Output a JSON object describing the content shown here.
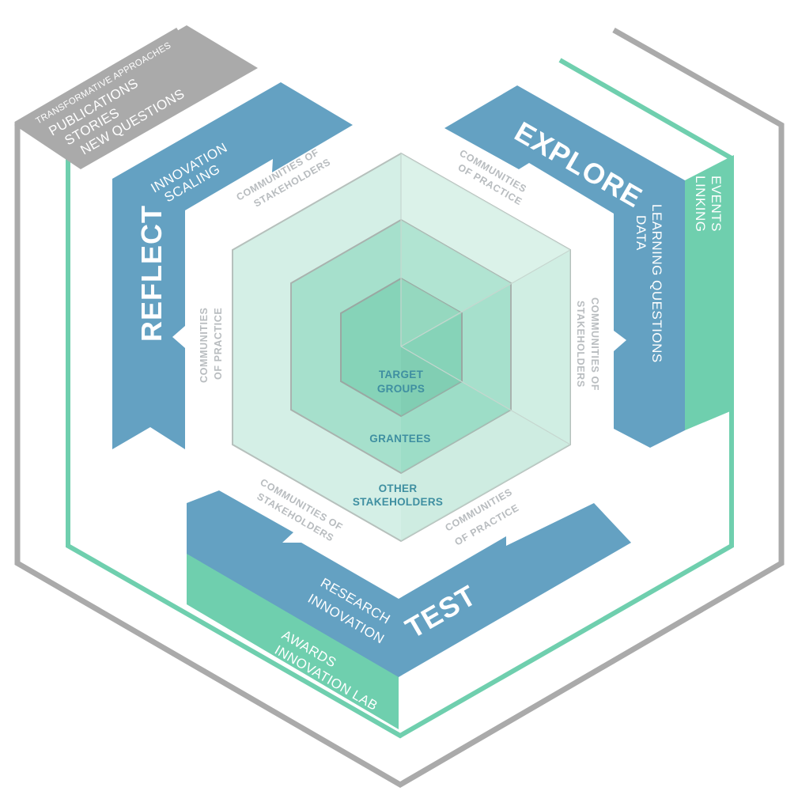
{
  "diagram": {
    "outer_band": {
      "lines": [
        "TRANSFORMATIVE APPROACHES",
        "PUBLICATIONS",
        "STORIES",
        "NEW QUESTIONS"
      ]
    },
    "reflect": {
      "title": "REFLECT",
      "lines": [
        "INNOVATION",
        "SCALING"
      ]
    },
    "explore": {
      "title": "EXPLORE",
      "lines": [
        "LEARNING QUESTIONS",
        "DATA"
      ]
    },
    "test": {
      "title": "TEST",
      "lines": [
        "RESEARCH",
        "INNOVATION"
      ]
    },
    "events_band": {
      "lines": [
        "EVENTS",
        "LINKING"
      ]
    },
    "awards_band": {
      "lines": [
        "AWARDS",
        "INNOVATION LAB"
      ]
    },
    "communities": {
      "top_left": [
        "COMMUNITIES OF",
        "STAKEHOLDERS"
      ],
      "top_right": [
        "COMMUNITIES",
        "OF PRACTICE"
      ],
      "left": [
        "COMMUNITIES",
        "OF PRACTICE"
      ],
      "right": [
        "COMMUNITIES OF",
        "STAKEHOLDERS"
      ],
      "bottom_left": [
        "COMMUNITIES OF",
        "STAKEHOLDERS"
      ],
      "bottom_right": [
        "COMMUNITIES",
        "OF PRACTICE"
      ]
    },
    "core": {
      "inner": [
        "TARGET",
        "GROUPS"
      ],
      "middle": "GRANTEES",
      "outer": [
        "OTHER",
        "STAKEHOLDERS"
      ]
    },
    "colors": {
      "blue": "#64a1c2",
      "green": "#6fcfae",
      "gray": "#aaaaaa",
      "light_green": "#d4efe6",
      "mid_green": "#a6e0cc",
      "core_green": "#86d3b8"
    }
  }
}
